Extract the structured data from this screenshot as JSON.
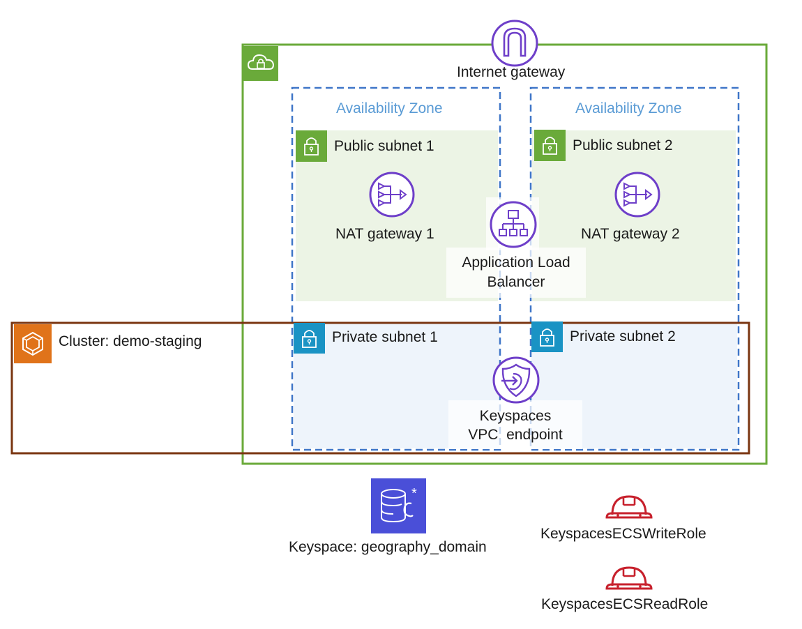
{
  "vpc": {
    "gateway_label": "Internet gateway",
    "border_color": "#6aaa3a"
  },
  "availability_zones": [
    {
      "label": "Availability Zone"
    },
    {
      "label": "Availability Zone"
    }
  ],
  "public_subnets": [
    {
      "label": "Public subnet 1",
      "nat_label": "NAT gateway 1"
    },
    {
      "label": "Public subnet 2",
      "nat_label": "NAT gateway 2"
    }
  ],
  "private_subnets": [
    {
      "label": "Private subnet 1"
    },
    {
      "label": "Private subnet 2"
    }
  ],
  "load_balancer": {
    "line1": "Application Load",
    "line2": "Balancer"
  },
  "endpoint": {
    "line1": "Keyspaces",
    "line2": "VPC  endpoint"
  },
  "cluster": {
    "label": "Cluster: demo-staging",
    "border_color": "#7a3510"
  },
  "keyspace": {
    "label": "Keyspace: geography_domain"
  },
  "roles": [
    {
      "label": "KeyspacesECSWriteRole"
    },
    {
      "label": "KeyspacesECSReadRole"
    }
  ],
  "colors": {
    "purple": "#6e3fc9",
    "green": "#6aaa3a",
    "teal": "#1a93c4",
    "orange": "#e0731a",
    "red": "#c7202c",
    "az_blue": "#3f76c8"
  }
}
